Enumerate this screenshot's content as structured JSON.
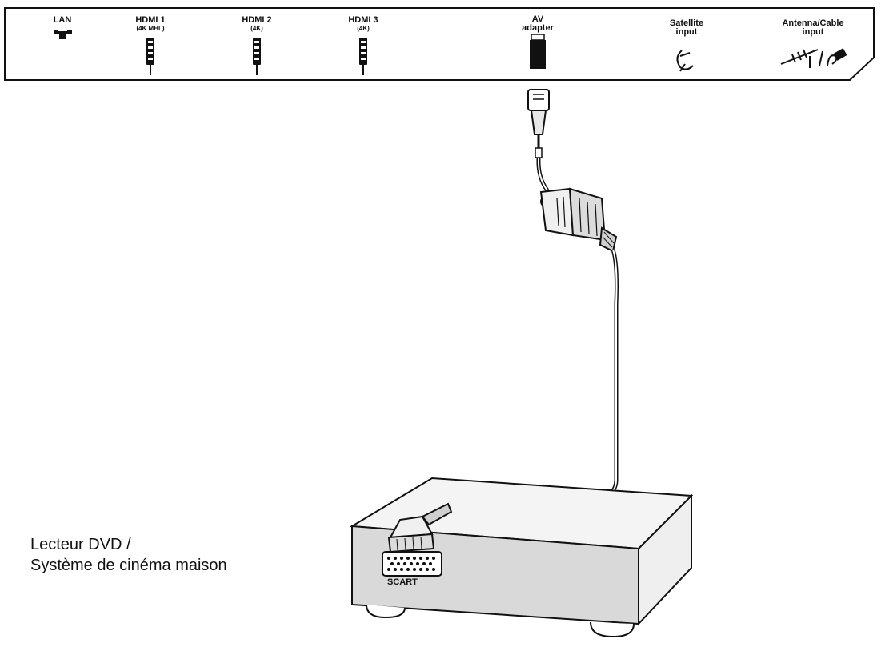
{
  "ports": [
    {
      "id": "lan",
      "line1": "LAN",
      "line2": "",
      "icon": "lan-icon"
    },
    {
      "id": "hdmi1",
      "line1": "HDMI 1",
      "line2": "(4K MHL)",
      "icon": "hdmi-cable-icon"
    },
    {
      "id": "hdmi2",
      "line1": "HDMI 2",
      "line2": "(4K)",
      "icon": "hdmi-cable-icon"
    },
    {
      "id": "hdmi3",
      "line1": "HDMI 3",
      "line2": "(4K)",
      "icon": "hdmi-cable-icon"
    },
    {
      "id": "av",
      "line1": "AV",
      "line2": "adapter",
      "icon": "av-adapter-icon"
    },
    {
      "id": "satellite",
      "line1": "Satellite",
      "line2": "input",
      "icon": "satellite-dish-icon"
    },
    {
      "id": "antenna",
      "line1": "Antenna/Cable",
      "line2": "input",
      "icon": "antenna-cable-icon"
    }
  ],
  "device": {
    "scart_label": "SCART",
    "caption_line1": "Lecteur DVD /",
    "caption_line2": "Système de cinéma maison"
  },
  "colors": {
    "line": "#111111",
    "device_face": "#d9d9d9",
    "device_top": "#f4f4f4"
  }
}
